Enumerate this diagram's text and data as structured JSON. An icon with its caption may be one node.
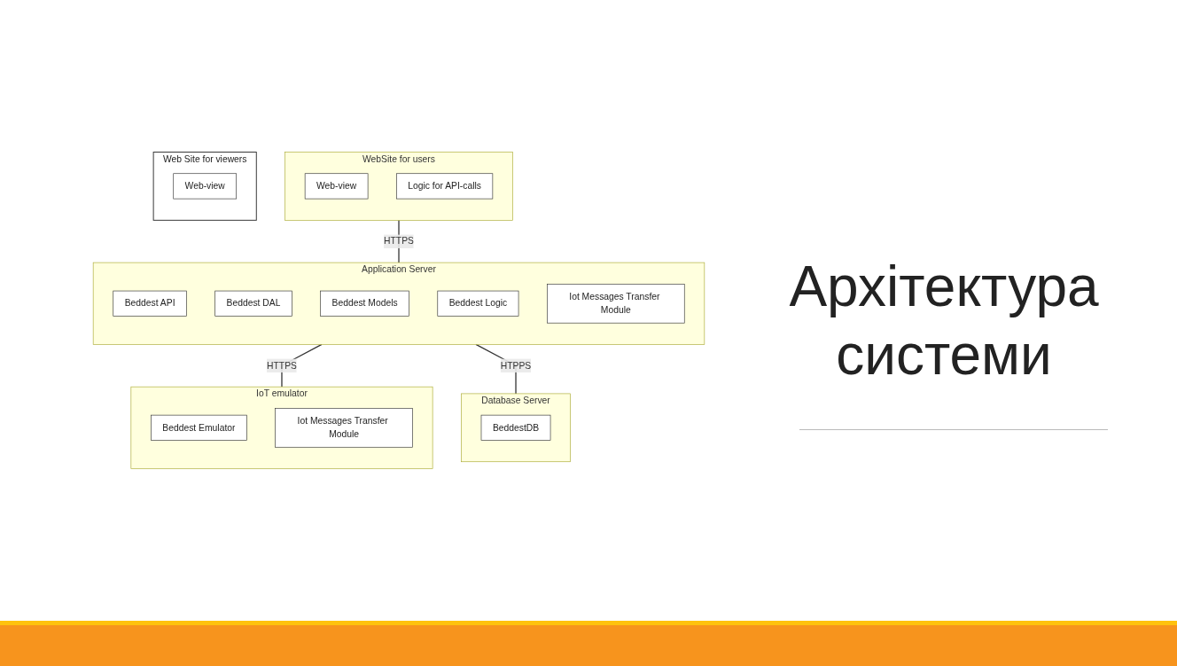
{
  "diagram": {
    "title": "Архітектура системи",
    "nodes": [
      {
        "text": [
          "WebSite for users"
        ]
      },
      {
        "text": [
          "Web-view"
        ],
        "in": 0
      },
      {
        "text": [
          "Logic for API-calls"
        ],
        "in": 0
      },
      {
        "text": [
          "Web Site for viewers"
        ]
      },
      {
        "text": [
          "Web-view"
        ],
        "in": 3
      },
      {
        "text": [
          "Application Server"
        ]
      },
      {
        "text": [
          "Beddest API"
        ],
        "in": 5
      },
      {
        "text": [
          "Beddest DAL"
        ],
        "in": 5
      },
      {
        "text": [
          "Beddest Models"
        ],
        "in": 5
      },
      {
        "text": [
          "Beddest Logic"
        ],
        "in": 5
      },
      {
        "text": [
          "Iot Messages Transfer Module"
        ],
        "in": 5
      },
      {
        "text": [
          "IoT emulator"
        ]
      },
      {
        "text": [
          "Beddest Emulator"
        ],
        "in": 11
      },
      {
        "text": [
          "Iot Messages Transfer Module"
        ],
        "in": 11
      },
      {
        "text": [
          "Database Server"
        ]
      },
      {
        "text": [
          "BeddestDB"
        ],
        "in": 14
      }
    ],
    "edges": [
      {
        "from": 0,
        "to": 5,
        "arrow": "none",
        "label": "HTTPS"
      },
      {
        "from": 5,
        "to": 11,
        "arrow": "none",
        "label": "HTTPS"
      },
      {
        "from": 5,
        "to": 14,
        "arrow": "none",
        "label": "HTPPS"
      }
    ]
  }
}
